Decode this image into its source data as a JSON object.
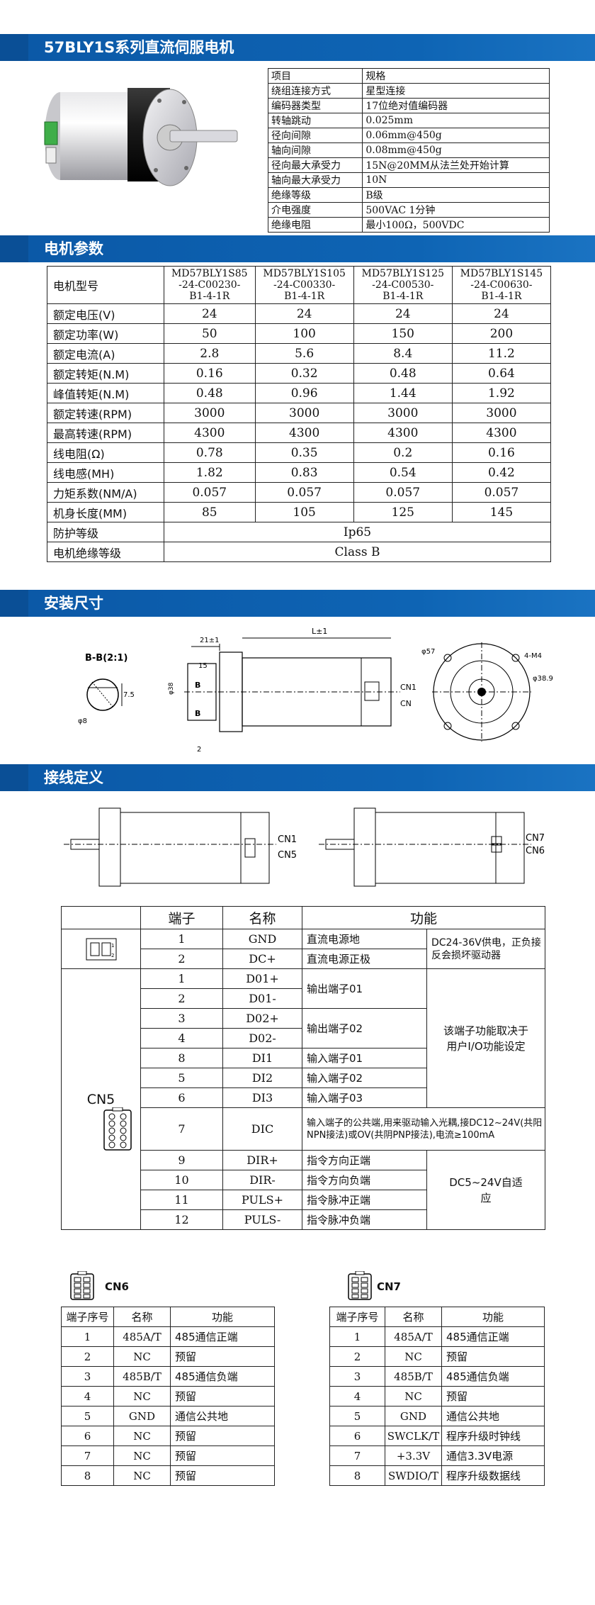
{
  "header_title": "57BLY1S系列直流伺服电机",
  "spec": {
    "head": [
      "项目",
      "规格"
    ],
    "rows": [
      [
        "绕组连接方式",
        "星型连接"
      ],
      [
        "编码器类型",
        "17位绝对值编码器"
      ],
      [
        "转轴跳动",
        "0.025mm"
      ],
      [
        "径向间隙",
        "0.06mm@450g"
      ],
      [
        "轴向间隙",
        "0.08mm@450g"
      ],
      [
        "径向最大承受力",
        "15N@20MM从法兰处开始计算"
      ],
      [
        "轴向最大承受力",
        "10N"
      ],
      [
        "绝缘等级",
        "B级"
      ],
      [
        "介电强度",
        "500VAC 1分钟"
      ],
      [
        "绝缘电阻",
        "最小100Ω，500VDC"
      ]
    ]
  },
  "section_params": "电机参数",
  "params": {
    "model_label": "电机型号",
    "models": [
      [
        "MD57BLY1S85",
        "-24-C00230-",
        "B1-4-1R"
      ],
      [
        "MD57BLY1S105",
        "-24-C00330-",
        "B1-4-1R"
      ],
      [
        "MD57BLY1S125",
        "-24-C00530-",
        "B1-4-1R"
      ],
      [
        "MD57BLY1S145",
        "-24-C00630-",
        "B1-4-1R"
      ]
    ],
    "rows": [
      {
        "label": "额定电压(V)",
        "values": [
          "24",
          "24",
          "24",
          "24"
        ]
      },
      {
        "label": "额定功率(W)",
        "values": [
          "50",
          "100",
          "150",
          "200"
        ]
      },
      {
        "label": "额定电流(A)",
        "values": [
          "2.8",
          "5.6",
          "8.4",
          "11.2"
        ]
      },
      {
        "label": "额定转矩(N.M)",
        "values": [
          "0.16",
          "0.32",
          "0.48",
          "0.64"
        ]
      },
      {
        "label": "峰值转矩(N.M)",
        "values": [
          "0.48",
          "0.96",
          "1.44",
          "1.92"
        ]
      },
      {
        "label": "额定转速(RPM)",
        "values": [
          "3000",
          "3000",
          "3000",
          "3000"
        ]
      },
      {
        "label": "最高转速(RPM)",
        "values": [
          "4300",
          "4300",
          "4300",
          "4300"
        ]
      },
      {
        "label": "线电阻(Ω)",
        "values": [
          "0.78",
          "0.35",
          "0.2",
          "0.16"
        ]
      },
      {
        "label": "线电感(MH)",
        "values": [
          "1.82",
          "0.83",
          "0.54",
          "0.42"
        ]
      },
      {
        "label": "力矩系数(NM/A)",
        "values": [
          "0.057",
          "0.057",
          "0.057",
          "0.057"
        ]
      },
      {
        "label": "机身长度(MM)",
        "values": [
          "85",
          "105",
          "125",
          "145"
        ]
      }
    ],
    "protection_label": "防护等级",
    "protection_value": "Ip65",
    "insulation_label": "电机绝缘等级",
    "insulation_value": "Class B"
  },
  "section_install": "安装尺寸",
  "drawing": {
    "section_label": "B-B(2:1)",
    "dim_21": "21±1",
    "dim_L": "L±1",
    "dim_15": "15",
    "dim_75": "7.5",
    "dim_8": "φ8",
    "dim_38": "φ38",
    "dim_B": "B",
    "dim_2": "2",
    "dim_57": "φ57",
    "dim_m4": "4-M4",
    "dim_389": "φ38.9",
    "cn1": "CN1",
    "cn": "CN"
  },
  "section_wiring": "接线定义",
  "wiring_drawing": {
    "cn1": "CN1",
    "cn5": "CN5",
    "cn7": "CN7",
    "cn6": "CN6"
  },
  "pin": {
    "head": [
      "端子",
      "名称",
      "功能"
    ],
    "cn1_label": "CN1",
    "cn1_rows": [
      [
        "1",
        "GND",
        "直流电源地"
      ],
      [
        "2",
        "DC+",
        "直流电源正极"
      ]
    ],
    "cn1_note": "DC24-36V供电，正负接反会损坏驱动器",
    "cn5_label": "CN5",
    "cn5_rows": [
      [
        "1",
        "D01+"
      ],
      [
        "2",
        "D01-"
      ],
      [
        "3",
        "D02+"
      ],
      [
        "4",
        "D02-"
      ],
      [
        "8",
        "DI1"
      ],
      [
        "5",
        "DI2"
      ],
      [
        "6",
        "DI3"
      ],
      [
        "7",
        "DIC"
      ],
      [
        "9",
        "DIR+"
      ],
      [
        "10",
        "DIR-"
      ],
      [
        "11",
        "PULS+"
      ],
      [
        "12",
        "PULS-"
      ]
    ],
    "cn5_func": {
      "out1": "输出端子01",
      "out2": "输出端子02",
      "in1": "输入端子01",
      "in2": "输入端子02",
      "in3": "输入端子03",
      "dic": "输入端子的公共端,用来驱动输入光耦,接DC12~24V(共阳NPN接法)或OV(共阴PNP接法),电流≥100mA",
      "dirp": "指令方向正端",
      "dirn": "指令方向负端",
      "pulp": "指令脉冲正端",
      "puln": "指令脉冲负端"
    },
    "io_note": "该端子功能取决于用户I/O功能设定",
    "dc_note": "DC5~24V自适应"
  },
  "cn6": {
    "title": "CN6",
    "head": [
      "端子序号",
      "名称",
      "功能"
    ],
    "rows": [
      [
        "1",
        "485A/T",
        "485通信正端"
      ],
      [
        "2",
        "NC",
        "预留"
      ],
      [
        "3",
        "485B/T",
        "485通信负端"
      ],
      [
        "4",
        "NC",
        "预留"
      ],
      [
        "5",
        "GND",
        "通信公共地"
      ],
      [
        "6",
        "NC",
        "预留"
      ],
      [
        "7",
        "NC",
        "预留"
      ],
      [
        "8",
        "NC",
        "预留"
      ]
    ]
  },
  "cn7": {
    "title": "CN7",
    "head": [
      "端子序号",
      "名称",
      "功能"
    ],
    "rows": [
      [
        "1",
        "485A/T",
        "485通信正端"
      ],
      [
        "2",
        "NC",
        "预留"
      ],
      [
        "3",
        "485B/T",
        "485通信负端"
      ],
      [
        "4",
        "NC",
        "预留"
      ],
      [
        "5",
        "GND",
        "通信公共地"
      ],
      [
        "6",
        "SWCLK/T",
        "程序升级时钟线"
      ],
      [
        "7",
        "+3.3V",
        "通信3.3V电源"
      ],
      [
        "8",
        "SWDIO/T",
        "程序升级数据线"
      ]
    ]
  }
}
